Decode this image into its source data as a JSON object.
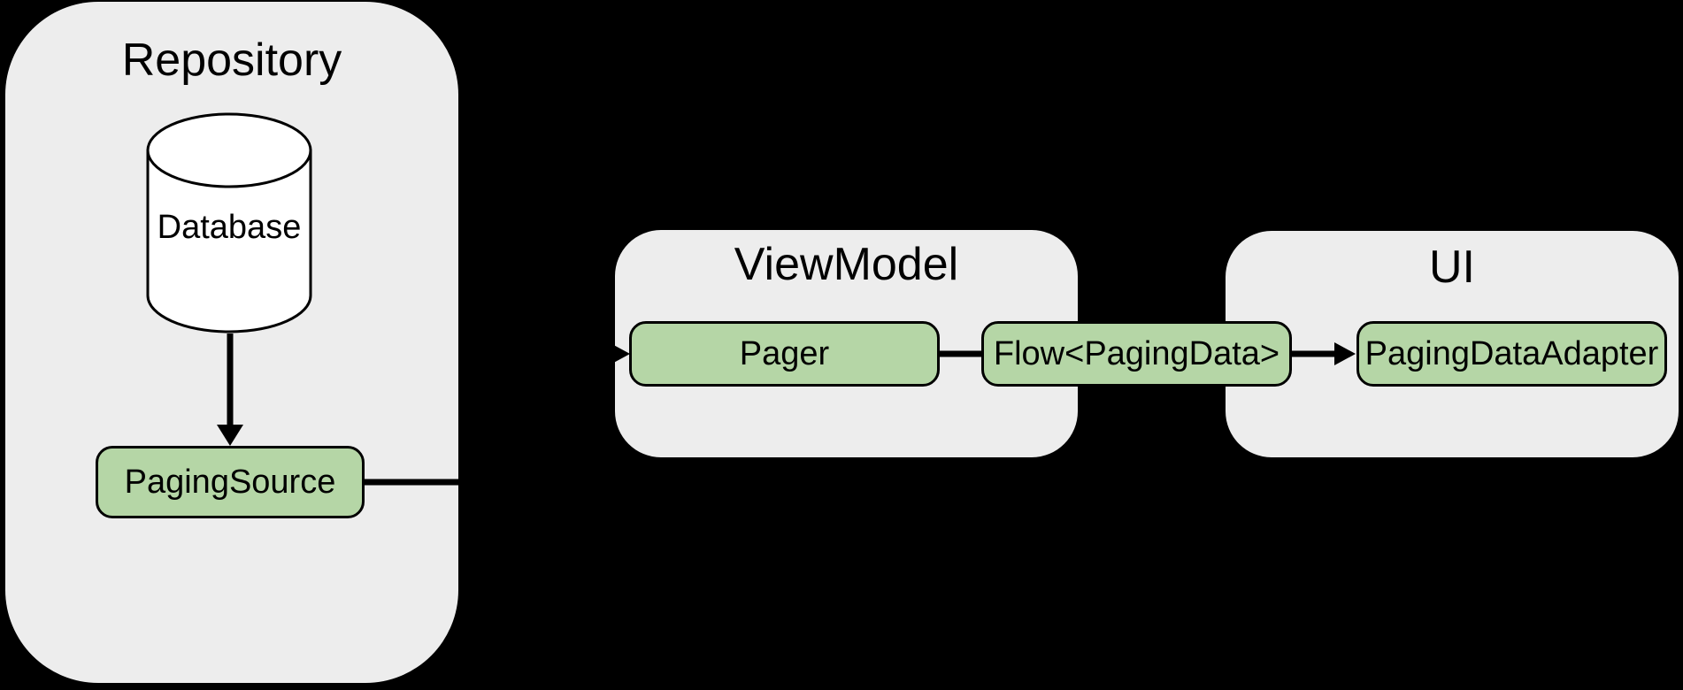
{
  "diagram": {
    "background_color": "#000000",
    "panel_fill_color": "#ededed",
    "node_fill_color": "#b5d6a6",
    "stroke_color": "#000000",
    "panels": {
      "repository": {
        "title": "Repository"
      },
      "viewmodel": {
        "title": "ViewModel"
      },
      "ui": {
        "title": "UI"
      }
    },
    "nodes": {
      "database": {
        "label": "Database",
        "shape": "cylinder",
        "panel": "repository"
      },
      "paging_source": {
        "label": "PagingSource",
        "panel": "repository"
      },
      "pager": {
        "label": "Pager",
        "panel": "viewmodel"
      },
      "flow": {
        "label": "Flow<PagingData>",
        "panel": "viewmodel-ui-boundary"
      },
      "paging_data_adapter": {
        "label": "PagingDataAdapter",
        "panel": "ui"
      }
    },
    "connections": [
      {
        "from": "database",
        "to": "paging_source",
        "arrowhead": true
      },
      {
        "from": "paging_source",
        "to": "pager",
        "arrowhead": true
      },
      {
        "from": "pager",
        "to": "flow",
        "arrowhead": false
      },
      {
        "from": "flow",
        "to": "paging_data_adapter",
        "arrowhead": true
      }
    ]
  }
}
